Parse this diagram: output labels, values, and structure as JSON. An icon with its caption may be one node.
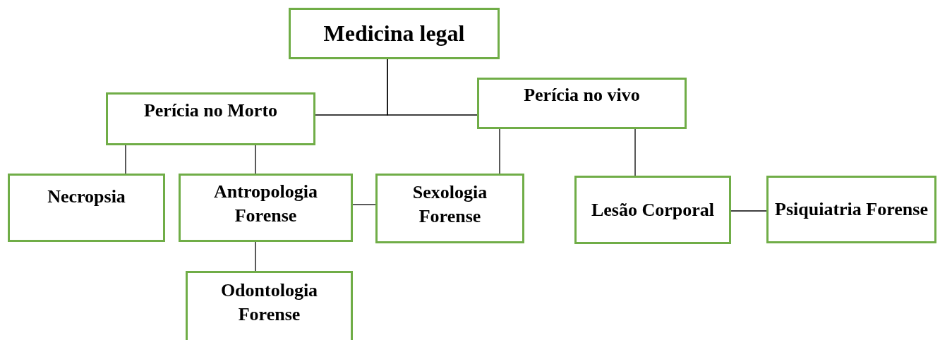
{
  "diagram": {
    "nodes": [
      {
        "text": [
          "Medicina legal"
        ]
      },
      {
        "text": [
          "Perícia no Morto"
        ]
      },
      {
        "text": [
          "Perícia no vivo"
        ]
      },
      {
        "text": [
          "Necropsia"
        ]
      },
      {
        "text": [
          "Antropologia Forense"
        ]
      },
      {
        "text": [
          "Sexologia Forense"
        ]
      },
      {
        "text": [
          "Lesão Corporal"
        ]
      },
      {
        "text": [
          "Psiquiatria Forense"
        ]
      },
      {
        "text": [
          "Odontologia Forense"
        ]
      }
    ],
    "edges": [
      {
        "from": 0,
        "to": 1,
        "arrow": "none"
      },
      {
        "from": 0,
        "to": 2,
        "arrow": "none"
      },
      {
        "from": 1,
        "to": 3,
        "arrow": "none"
      },
      {
        "from": 1,
        "to": 4,
        "arrow": "none"
      },
      {
        "from": 2,
        "to": 5,
        "arrow": "none"
      },
      {
        "from": 2,
        "to": 6,
        "arrow": "none"
      },
      {
        "from": 4,
        "to": 5,
        "arrow": "none"
      },
      {
        "from": 6,
        "to": 7,
        "arrow": "none"
      },
      {
        "from": 4,
        "to": 8,
        "arrow": "none"
      }
    ]
  }
}
